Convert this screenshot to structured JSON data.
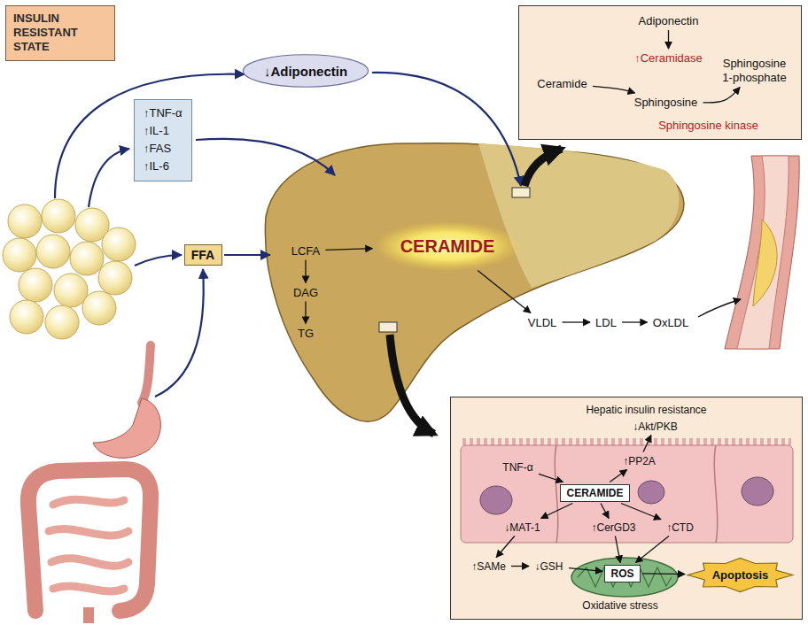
{
  "diagram": {
    "nodes": [
      {
        "text": [
          "INSULIN RESISTANT STATE"
        ]
      },
      {
        "text": [
          "↓Adiponectin"
        ]
      },
      {
        "text": []
      },
      {
        "text": [
          "Adiponectin"
        ],
        "in": 2
      },
      {
        "text": [
          "↑Ceramidase"
        ],
        "in": 2
      },
      {
        "text": [
          "Ceramide"
        ],
        "in": 2
      },
      {
        "text": [
          "Sphingosine"
        ],
        "in": 2
      },
      {
        "text": [
          "Sphingosine 1-phosphate"
        ],
        "in": 2
      },
      {
        "text": [
          "Sphingosine kinase"
        ],
        "in": 2
      },
      {
        "text": [
          "↑TNF-α",
          "↑IL-1",
          "↑FAS",
          "↑IL-6"
        ]
      },
      {
        "text": [
          "FFA"
        ]
      },
      {
        "text": [
          "LCFA"
        ]
      },
      {
        "text": [
          "CERAMIDE"
        ]
      },
      {
        "text": [
          "DAG"
        ]
      },
      {
        "text": [
          "TG"
        ]
      },
      {
        "text": [
          "VLDL"
        ]
      },
      {
        "text": [
          "LDL"
        ]
      },
      {
        "text": [
          "OxLDL"
        ]
      },
      {
        "text": []
      },
      {
        "text": [
          "Hepatic insulin resistance"
        ],
        "in": 18
      },
      {
        "text": [
          "↓Akt/PKB"
        ],
        "in": 18
      },
      {
        "text": [
          "↑PP2A"
        ],
        "in": 18
      },
      {
        "text": [
          "TNF-α"
        ],
        "in": 18
      },
      {
        "text": [
          "CERAMIDE"
        ],
        "in": 18
      },
      {
        "text": [
          "↓MAT-1"
        ],
        "in": 18
      },
      {
        "text": [
          "↑CerGD3"
        ],
        "in": 18
      },
      {
        "text": [
          "↑CTD"
        ],
        "in": 18
      },
      {
        "text": [
          "↑SAMe"
        ],
        "in": 18
      },
      {
        "text": [
          "↓GSH"
        ],
        "in": 18
      },
      {
        "text": [
          "ROS"
        ],
        "in": 18
      },
      {
        "text": [
          "Apoptosis"
        ],
        "in": 18
      }
    ],
    "edges": [
      {
        "from": 3,
        "to": 4,
        "arrow": "to"
      },
      {
        "from": 5,
        "to": 6,
        "arrow": "to"
      },
      {
        "from": 6,
        "to": 7,
        "arrow": "to"
      },
      {
        "from": 11,
        "to": 12,
        "arrow": "to"
      },
      {
        "from": 11,
        "to": 13,
        "arrow": "to"
      },
      {
        "from": 13,
        "to": 14,
        "arrow": "to"
      },
      {
        "from": 12,
        "to": 15,
        "arrow": "to"
      },
      {
        "from": 15,
        "to": 16,
        "arrow": "to"
      },
      {
        "from": 16,
        "to": 17,
        "arrow": "to"
      },
      {
        "from": 22,
        "to": 23,
        "arrow": "to"
      },
      {
        "from": 23,
        "to": 21,
        "arrow": "to"
      },
      {
        "from": 21,
        "to": 20,
        "arrow": "to"
      },
      {
        "from": 23,
        "to": 24,
        "arrow": "to"
      },
      {
        "from": 23,
        "to": 25,
        "arrow": "to"
      },
      {
        "from": 23,
        "to": 26,
        "arrow": "to"
      },
      {
        "from": 24,
        "to": 27,
        "arrow": "to"
      },
      {
        "from": 27,
        "to": 28,
        "arrow": "to"
      },
      {
        "from": 28,
        "to": 29,
        "arrow": "to"
      },
      {
        "from": 25,
        "to": 29,
        "arrow": "to"
      },
      {
        "from": 26,
        "to": 29,
        "arrow": "to"
      },
      {
        "from": 29,
        "to": 30,
        "arrow": "to"
      }
    ],
    "labels": [
      "Oxidative stress"
    ]
  }
}
